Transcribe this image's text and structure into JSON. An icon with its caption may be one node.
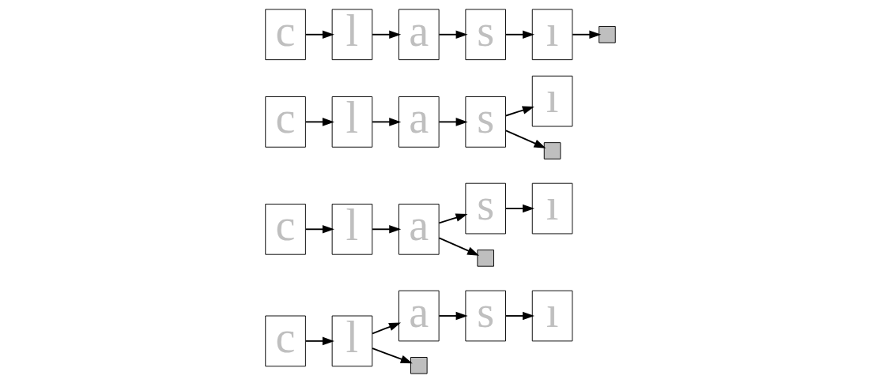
{
  "diagram": {
    "nodes": [
      {
        "text": [
          "c"
        ]
      },
      {
        "text": [
          "l"
        ]
      },
      {
        "text": [
          "a"
        ]
      },
      {
        "text": [
          "s"
        ]
      },
      {
        "text": [
          "ı"
        ]
      },
      {
        "text": [],
        "shape": "box"
      },
      {
        "text": [
          "c"
        ]
      },
      {
        "text": [
          "l"
        ]
      },
      {
        "text": [
          "a"
        ]
      },
      {
        "text": [
          "s"
        ]
      },
      {
        "text": [
          "ı"
        ]
      },
      {
        "text": [],
        "shape": "box"
      },
      {
        "text": [
          "c"
        ]
      },
      {
        "text": [
          "l"
        ]
      },
      {
        "text": [
          "a"
        ]
      },
      {
        "text": [
          "s"
        ]
      },
      {
        "text": [
          "ı"
        ]
      },
      {
        "text": [],
        "shape": "box"
      },
      {
        "text": [
          "c"
        ]
      },
      {
        "text": [
          "l"
        ]
      },
      {
        "text": [
          "a"
        ]
      },
      {
        "text": [
          "s"
        ]
      },
      {
        "text": [
          "ı"
        ]
      },
      {
        "text": [],
        "shape": "box"
      }
    ],
    "edges": [
      {
        "from": 0,
        "to": 1,
        "arrow": "to"
      },
      {
        "from": 1,
        "to": 5,
        "arrow": "to"
      },
      {
        "from": 1,
        "to": 2,
        "arrow": "to"
      },
      {
        "from": 2,
        "to": 3,
        "arrow": "to"
      },
      {
        "from": 3,
        "to": 4,
        "arrow": "to"
      },
      {
        "from": 6,
        "to": 7,
        "arrow": "to"
      },
      {
        "from": 7,
        "to": 8,
        "arrow": "to"
      },
      {
        "from": 8,
        "to": 11,
        "arrow": "to"
      },
      {
        "from": 8,
        "to": 9,
        "arrow": "to"
      },
      {
        "from": 9,
        "to": 10,
        "arrow": "to"
      },
      {
        "from": 12,
        "to": 13,
        "arrow": "to"
      },
      {
        "from": 13,
        "to": 14,
        "arrow": "to"
      },
      {
        "from": 14,
        "to": 15,
        "arrow": "to"
      },
      {
        "from": 15,
        "to": 17,
        "arrow": "to"
      },
      {
        "from": 15,
        "to": 16,
        "arrow": "to"
      },
      {
        "from": 18,
        "to": 19,
        "arrow": "to"
      },
      {
        "from": 19,
        "to": 20,
        "arrow": "to"
      },
      {
        "from": 20,
        "to": 21,
        "arrow": "to"
      },
      {
        "from": 21,
        "to": 22,
        "arrow": "to"
      },
      {
        "from": 22,
        "to": 23,
        "arrow": "to"
      }
    ]
  }
}
